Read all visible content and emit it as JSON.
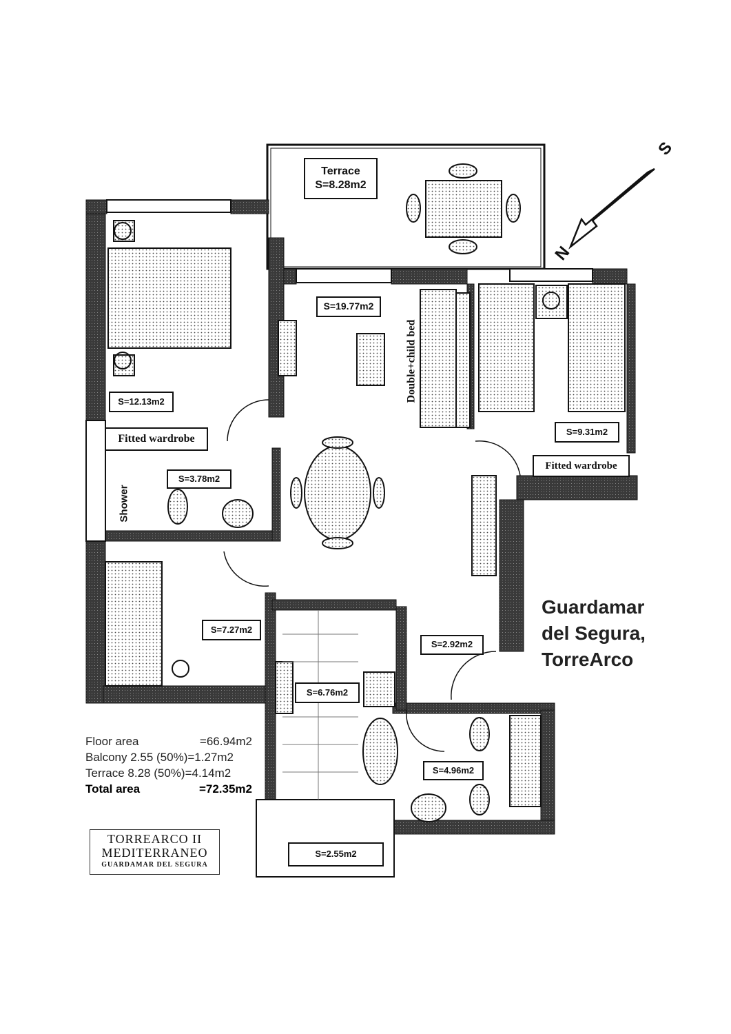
{
  "rooms": {
    "terrace": {
      "name": "Terrace",
      "area": "S=8.28m2"
    },
    "living": {
      "area": "S=19.77m2"
    },
    "master_bedroom": {
      "area": "S=12.13m2"
    },
    "wardrobe_left": "Fitted wardrobe",
    "shower_bath": {
      "area": "S=3.78m2",
      "shower": "Shower"
    },
    "twin_bedroom": {
      "area": "S=9.31m2"
    },
    "wardrobe_right": "Fitted wardrobe",
    "sofa_bed": "Double+child bed",
    "small_bedroom": {
      "area": "S=7.27m2"
    },
    "hall": {
      "area": "S=2.92m2"
    },
    "kitchen": {
      "area": "S=6.76m2"
    },
    "bathroom": {
      "area": "S=4.96m2"
    },
    "balcony": {
      "area": "S=2.55m2"
    }
  },
  "compass": {
    "north": "N",
    "south": "S"
  },
  "location": {
    "line1": "Guardamar",
    "line2": "del Segura,",
    "line3": "TorreArco"
  },
  "summary": {
    "floor_label": "Floor area",
    "floor_value": "=66.94m2",
    "balcony_label": "Balcony 2.55 (50%)=1.27m2",
    "terrace_label": "Terrace 8.28 (50%)=4.14m2",
    "total_label": "Total area",
    "total_value": "=72.35m2"
  },
  "stamp": {
    "line1": "TORREARCO II",
    "line2": "MEDITERRANEO",
    "line3": "GUARDAMAR DEL SEGURA"
  }
}
